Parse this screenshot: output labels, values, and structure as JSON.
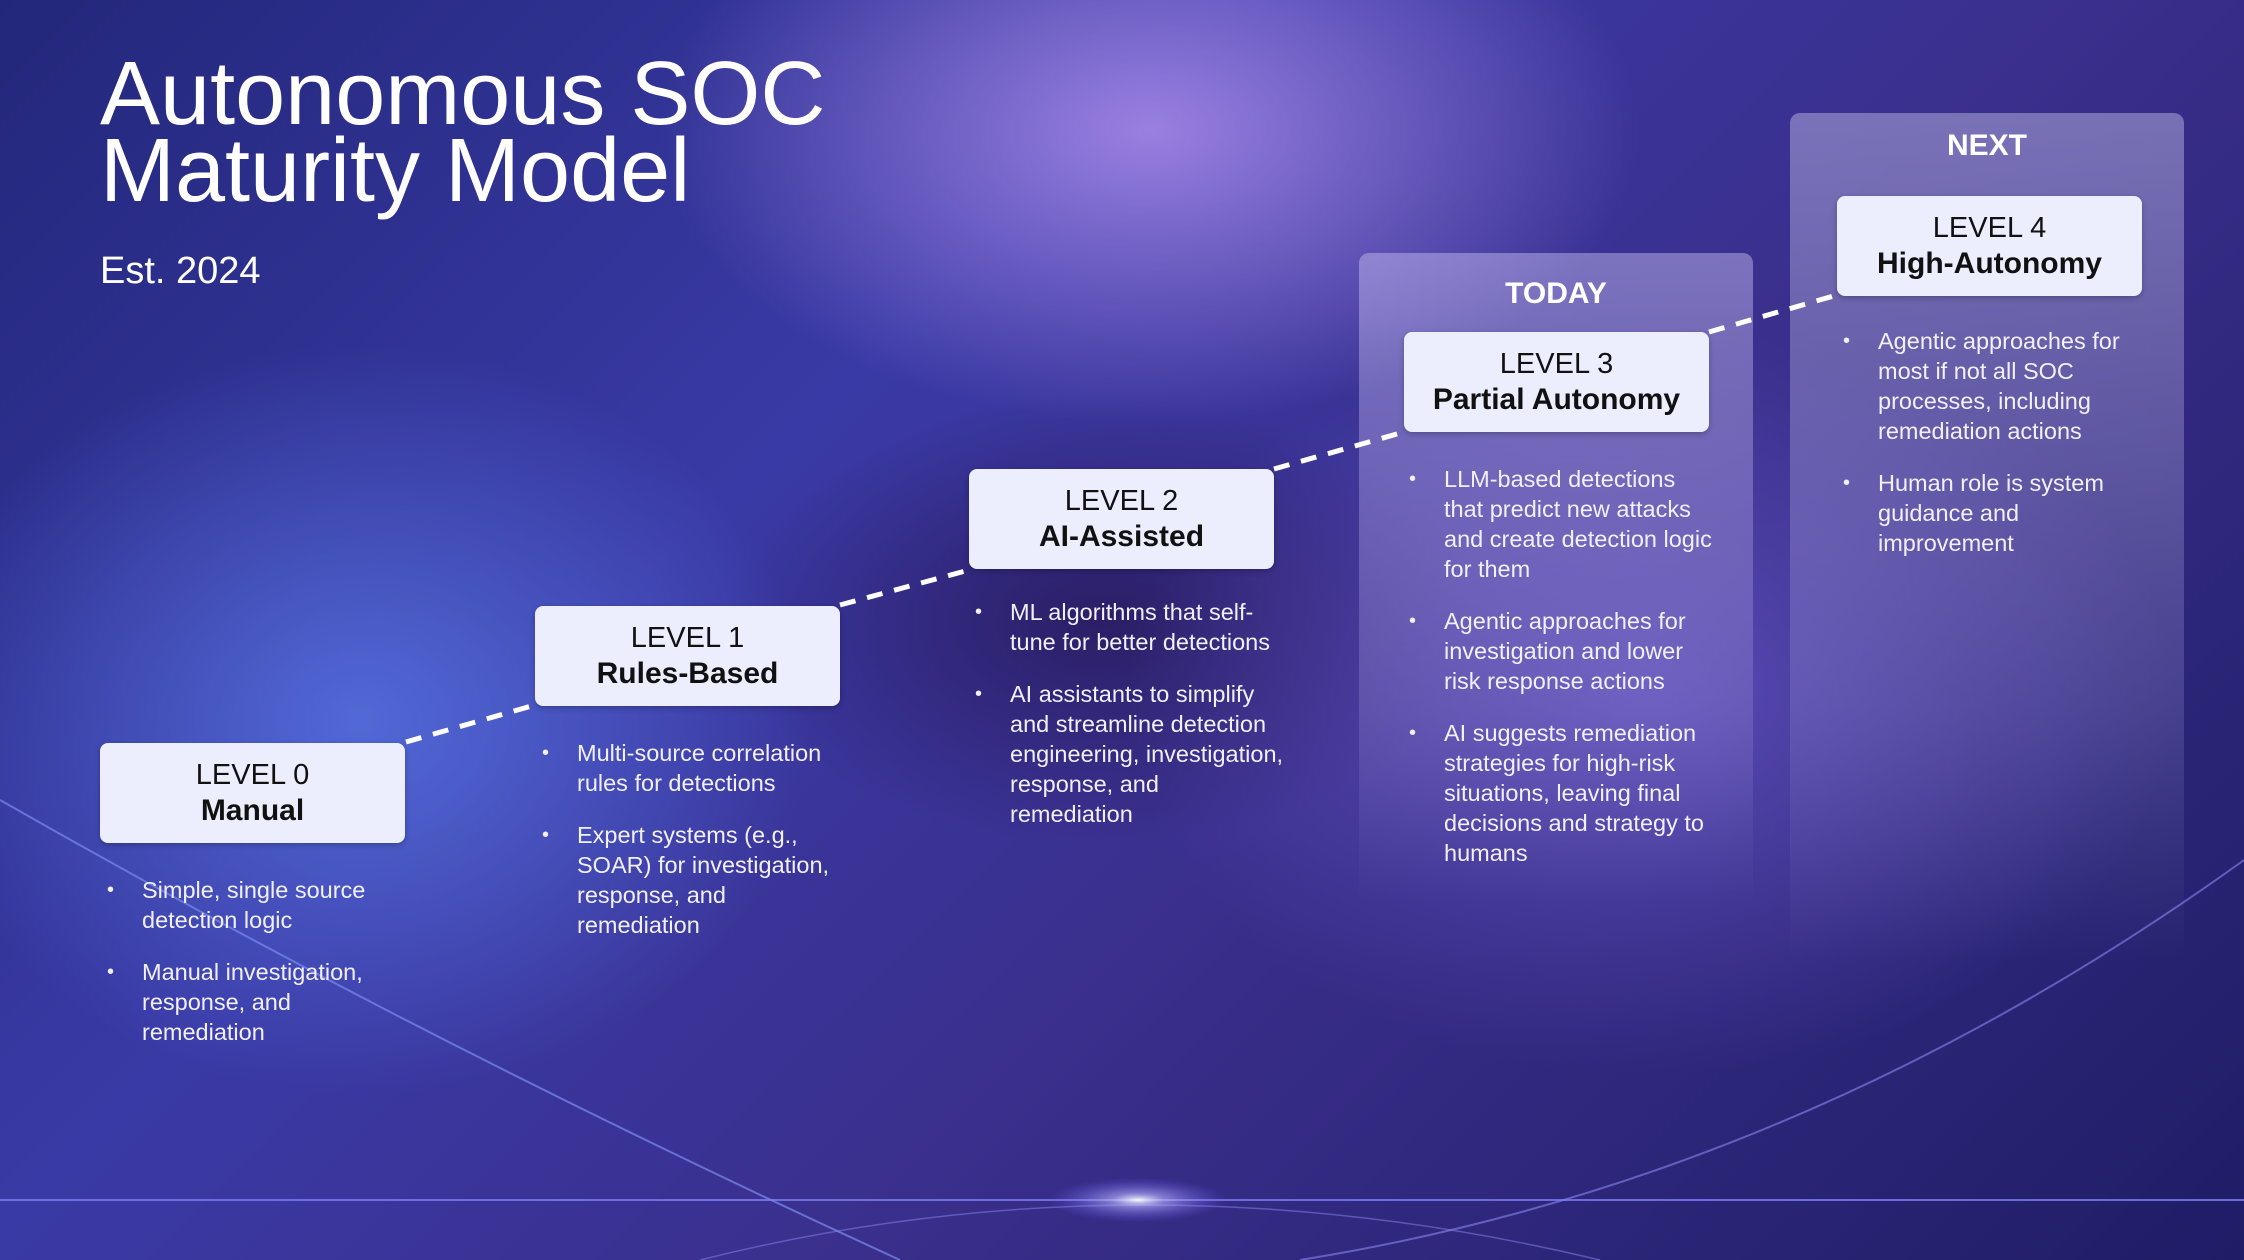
{
  "title": {
    "line1": "Autonomous SOC",
    "line2": "Maturity Model"
  },
  "subtitle": "Est. 2024",
  "panels": {
    "today": "TODAY",
    "next": "NEXT"
  },
  "levels": [
    {
      "level": "LEVEL 0",
      "name": "Manual",
      "bullets": [
        "Simple, single source detection logic",
        "Manual investigation, response, and remediation"
      ]
    },
    {
      "level": "LEVEL 1",
      "name": "Rules-Based",
      "bullets": [
        "Multi-source correlation rules for detections",
        "Expert systems (e.g., SOAR) for investigation, response, and remediation"
      ]
    },
    {
      "level": "LEVEL 2",
      "name": "AI-Assisted",
      "bullets": [
        "ML algorithms that self-tune for better detections",
        "AI assistants to simplify and streamline detection engineering, investigation, response, and remediation"
      ]
    },
    {
      "level": "LEVEL 3",
      "name": "Partial Autonomy",
      "bullets": [
        "LLM-based detections that predict new attacks and create detection logic for them",
        "Agentic approaches for investigation and lower risk response actions",
        "AI suggests remediation strategies for high-risk situations, leaving final decisions and strategy to humans"
      ]
    },
    {
      "level": "LEVEL 4",
      "name": "High-Autonomy",
      "bullets": [
        "Agentic approaches for most if not all SOC processes, including remediation actions",
        "Human role is system guidance and improvement"
      ]
    }
  ],
  "colors": {
    "box": "#eceefe",
    "text": "#ffffff"
  }
}
